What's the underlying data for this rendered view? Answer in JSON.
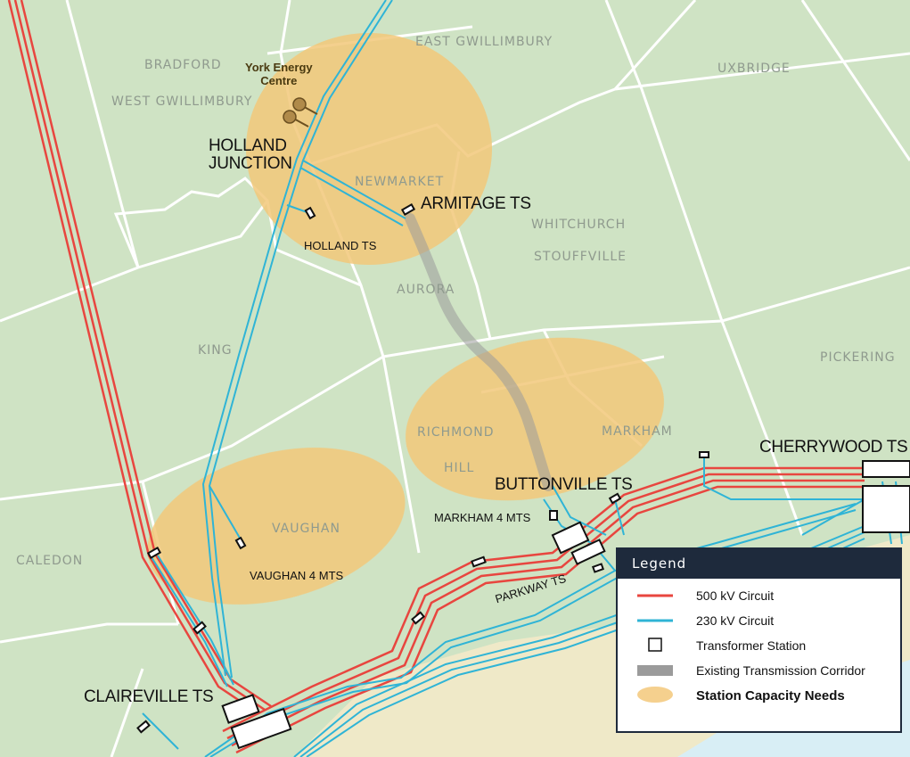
{
  "colors": {
    "land": "#cfe3c4",
    "boundary": "#ffffff",
    "circuit_500": "#e8463f",
    "circuit_230": "#2fb4d6",
    "capacity_need": "#f3c87a",
    "corridor": "#9b9b9b",
    "water": "#d8eef5",
    "sand": "#efe9c8"
  },
  "regions": [
    {
      "name": "EAST GWILLIMBURY"
    },
    {
      "name": "BRADFORD"
    },
    {
      "name": "WEST GWILLIMBURY"
    },
    {
      "name": "UXBRIDGE"
    },
    {
      "name": "NEWMARKET"
    },
    {
      "name": "WHITCHURCH"
    },
    {
      "name": "STOUFFVILLE"
    },
    {
      "name": "AURORA"
    },
    {
      "name": "KING"
    },
    {
      "name": "PICKERING"
    },
    {
      "name": "RICHMOND"
    },
    {
      "name": "HILL"
    },
    {
      "name": "MARKHAM"
    },
    {
      "name": "VAUGHAN"
    },
    {
      "name": "CALEDON"
    }
  ],
  "stations": {
    "york_energy_centre": "York Energy\nCentre",
    "holland_junction_1": "HOLLAND",
    "holland_junction_2": "JUNCTION",
    "armitage": "ARMITAGE TS",
    "holland_ts": "HOLLAND  TS",
    "buttonville": "BUTTONVILLE TS",
    "markham_4": "MARKHAM  4 MTS",
    "vaughan_4": "VAUGHAN  4 MTS",
    "parkway": "PARKWAY TS",
    "claireville": "CLAIREVILLE TS",
    "cherrywood": "CHERRYWOOD TS"
  },
  "legend": {
    "title": "Legend",
    "items": [
      {
        "label": "500 kV Circuit",
        "symbol": "line-red"
      },
      {
        "label": "230 kV Circuit",
        "symbol": "line-blue"
      },
      {
        "label": "Transformer Station",
        "symbol": "square"
      },
      {
        "label": "Existing Transmission Corridor",
        "symbol": "gray-bar"
      },
      {
        "label": "Station Capacity Needs",
        "symbol": "ellipse"
      }
    ]
  }
}
